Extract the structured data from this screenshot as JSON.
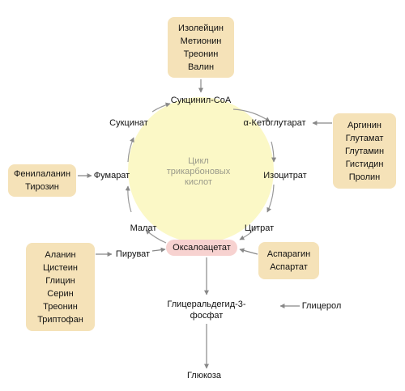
{
  "cycle": {
    "center_label": [
      "Цикл",
      "трикарбоновых",
      "кислот"
    ],
    "succinyl_coa": "Сукцинил-CoA",
    "succinate": "Сукцинат",
    "alpha_ketoglutarate": "α-Кетоглутарат",
    "fumarate": "Фумарат",
    "isocitrate": "Изоцитрат",
    "malate": "Малат",
    "citrate": "Цитрат",
    "oxaloacetate": "Оксалоацетат"
  },
  "amino_groups": {
    "top": [
      "Изолейцин",
      "Метионин",
      "Треонин",
      "Валин"
    ],
    "right": [
      "Аргинин",
      "Глутамат",
      "Глутамин",
      "Гистидин",
      "Пролин"
    ],
    "left": [
      "Фенилаланин",
      "Тирозин"
    ],
    "bottom_left": [
      "Аланин",
      "Цистеин",
      "Глицин",
      "Серин",
      "Треонин",
      "Триптофан"
    ],
    "bottom_right": [
      "Аспарагин",
      "Аспартат"
    ]
  },
  "metabolites": {
    "pyruvate": "Пируват",
    "glyceraldehyde": [
      "Глицеральдегид-3-",
      "фосфат"
    ],
    "glycerol": "Глицерол",
    "glucose": "Глюкоза"
  },
  "colors": {
    "box_fill": "#f5e2b8",
    "cycle_fill": "#fbf8c6",
    "oxaloacetate_fill": "#f7d2d0",
    "arrow": "#888888"
  }
}
